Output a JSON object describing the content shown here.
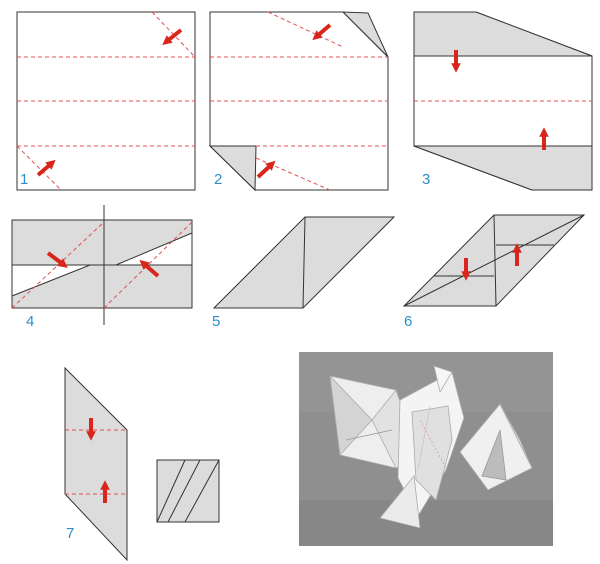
{
  "steps": [
    {
      "number": "1"
    },
    {
      "number": "2"
    },
    {
      "number": "3"
    },
    {
      "number": "4"
    },
    {
      "number": "5"
    },
    {
      "number": "6"
    },
    {
      "number": "7"
    }
  ],
  "colors": {
    "paper_white": "#ffffff",
    "paper_grey": "#dcdcdc",
    "outline": "#333333",
    "fold_line": "#e05050",
    "arrow": "#d9261c",
    "step_number": "#2a8fc9",
    "photo_background": "#8f8f8f"
  }
}
